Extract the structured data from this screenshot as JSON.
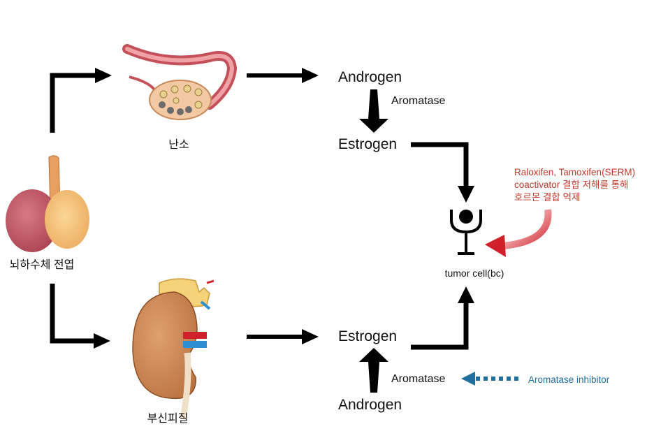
{
  "labels": {
    "pituitary": "뇌하수체 전엽",
    "ovary": "난소",
    "adrenal": "부신피질",
    "androgen_top": "Androgen",
    "aromatase_top": "Aromatase",
    "estrogen_top": "Estrogen",
    "tumor_cell": "tumor cell(bc)",
    "estrogen_bottom": "Estrogen",
    "aromatase_bottom": "Aromatase",
    "androgen_bottom": "Androgen",
    "inhibitor": "Aromatase inhibitor"
  },
  "serm_note": {
    "line1": "Raloxifen, Tamoxifen(SERM)",
    "line2": "coactivator 결합 저해를 통해",
    "line3": "호르몬 결합 억제"
  },
  "colors": {
    "arrow": "#000000",
    "serm_text": "#c0392b",
    "serm_arrow": "#d0202a",
    "inhibitor": "#1f6f9f"
  },
  "icons": {
    "pituitary": "pituitary-gland-illustration",
    "ovary": "ovary-illustration",
    "adrenal": "kidney-adrenal-illustration",
    "tumor": "tumor-cell-figure"
  }
}
